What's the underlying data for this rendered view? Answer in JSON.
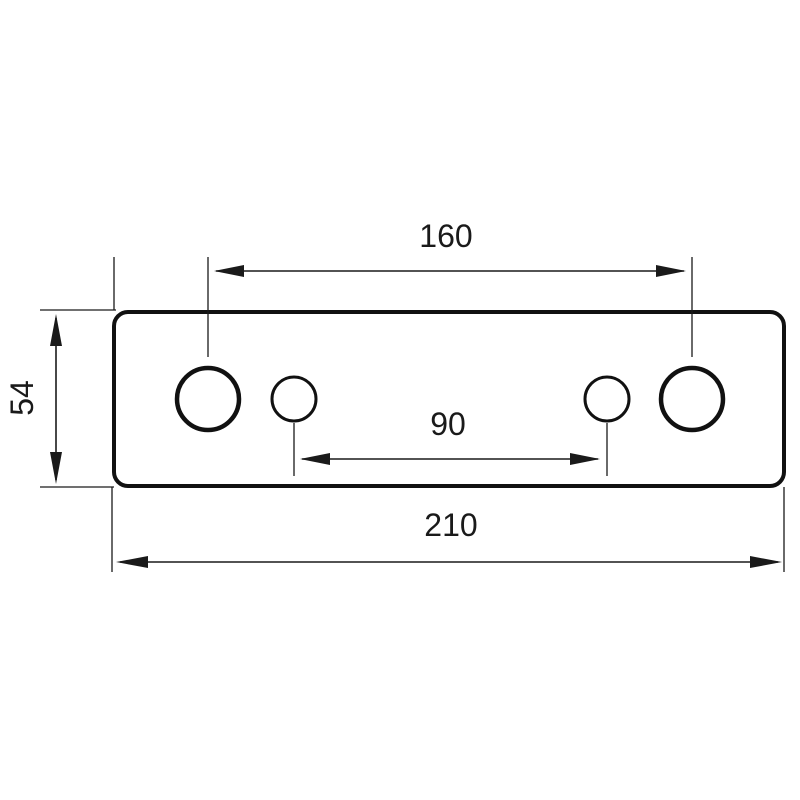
{
  "dimensions": {
    "outer_spacing": "160",
    "inner_spacing": "90",
    "overall_width": "210",
    "height": "54"
  },
  "colors": {
    "line": "#111111",
    "background": "#ffffff"
  }
}
